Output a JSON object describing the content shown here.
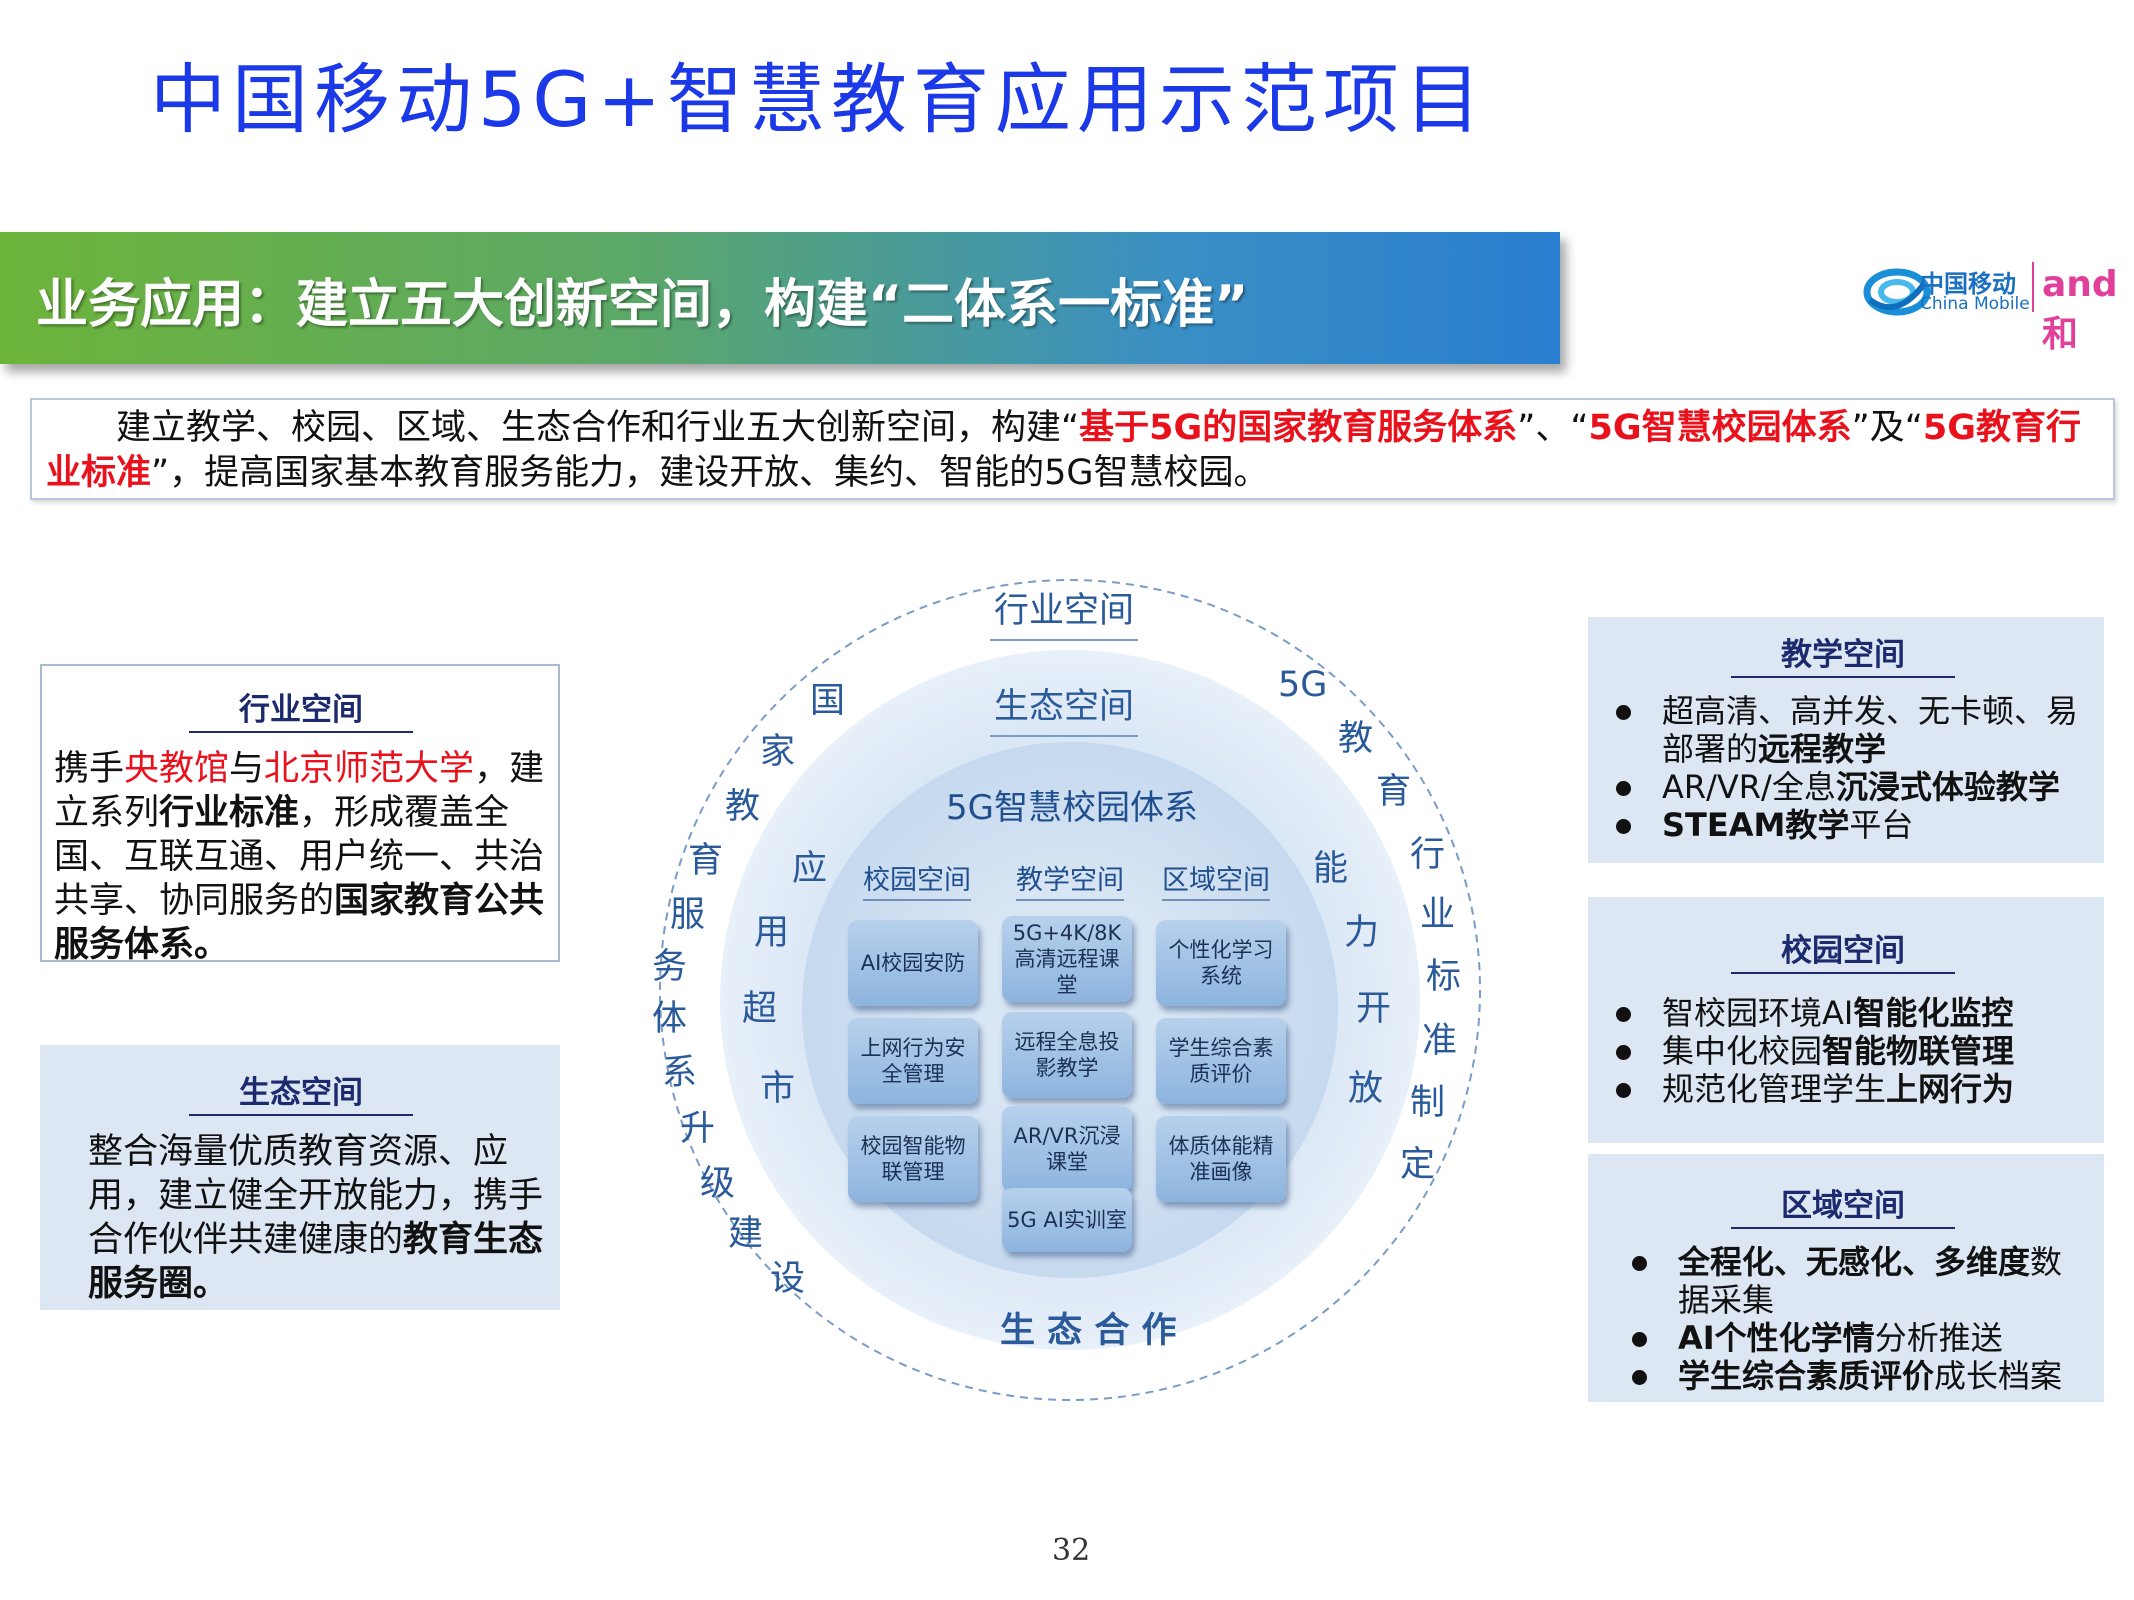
{
  "title": "中国移动5G+智慧教育应用示范项目",
  "banner": "业务应用：建立五大创新空间，构建“二体系一标准”",
  "logo": {
    "cn": "中国移动",
    "en": "China Mobile",
    "brand": "and和"
  },
  "intro": {
    "p1": "建立教学、校园、区域、生态合作和行业五大创新空间，构建“",
    "r1": "基于5G的国家教育服务体系",
    "p2": "”、“",
    "r2": "5G智慧校园体系",
    "p3": "”及“",
    "r3": "5G教育行业标准",
    "p4": "”，提高国家基本教育服务能力，建设开放、集约、智能的5G智慧校园。"
  },
  "industry": {
    "title": "行业空间",
    "t1": "携手",
    "r1": "央教馆",
    "t2": "与",
    "r2": "北京师范大学",
    "t3": "，建立系列",
    "b1": "行业标准",
    "t4": "，形成覆盖全国、互联互通、用户统一、共治共享、协同服务的",
    "b2": "国家教育公共服务体系。"
  },
  "eco": {
    "title": "生态空间",
    "t1": "整合海量优质教育资源、应用，建立健全开放能力，携手合作伙伴共建健康的",
    "b1": "教育生态服务圈。"
  },
  "teach": {
    "title": "教学空间",
    "items": [
      {
        "t": "超高清、高并发、无卡顿、易部署的",
        "b": "远程教学",
        "t2": ""
      },
      {
        "t": "AR/VR/全息",
        "b": "沉浸式体验教学",
        "t2": ""
      },
      {
        "t": "",
        "b": "STEAM教学",
        "t2": "平台"
      }
    ]
  },
  "campus": {
    "title": "校园空间",
    "items": [
      {
        "t": "智校园环境AI",
        "b": "智能化监控",
        "t2": ""
      },
      {
        "t": "集中化校园",
        "b": "智能物联管理",
        "t2": ""
      },
      {
        "t": "规范化管理学生",
        "b": "上网行为",
        "t2": ""
      }
    ]
  },
  "region": {
    "title": "区域空间",
    "items": [
      {
        "t": "",
        "b": "全程化、无感化、多维度",
        "t2": "数据采集"
      },
      {
        "t": "",
        "b": "AI个性化学情",
        "t2": "分析推送"
      },
      {
        "t": "",
        "b": "学生综合素质评价",
        "t2": "成长档案"
      }
    ]
  },
  "diagram": {
    "outer_label": "行业空间",
    "middle_label": "生态空间",
    "core_title": "5G智慧校园体系",
    "bottom_label": "生 态 合 作",
    "left_arc": [
      "国",
      "家",
      "教",
      "育",
      "服",
      "务",
      "体",
      "系",
      "升",
      "级",
      "建",
      "设"
    ],
    "right_arc": [
      "5G",
      "教",
      "育",
      "行",
      "业",
      "标",
      "准",
      "制",
      "定"
    ],
    "left_inner": [
      "应",
      "用",
      "超",
      "市"
    ],
    "right_inner": [
      "能",
      "力",
      "开",
      "放"
    ],
    "columns": [
      {
        "title": "校园空间",
        "tiles": [
          "AI校园安防",
          "上网行为安全管理",
          "校园智能物联管理"
        ]
      },
      {
        "title": "教学空间",
        "tiles": [
          "5G+4K/8K高清远程课堂",
          "远程全息投影教学",
          "AR/VR沉浸课堂",
          "5G AI实训室"
        ]
      },
      {
        "title": "区域空间",
        "tiles": [
          "个性化学习系统",
          "学生综合素质评价",
          "体质体能精准画像"
        ]
      }
    ]
  },
  "page_number": "32",
  "colors": {
    "title_blue": "#1c39e8",
    "emphasis_red": "#e8111c",
    "panel_fill": "#dce7f3"
  }
}
